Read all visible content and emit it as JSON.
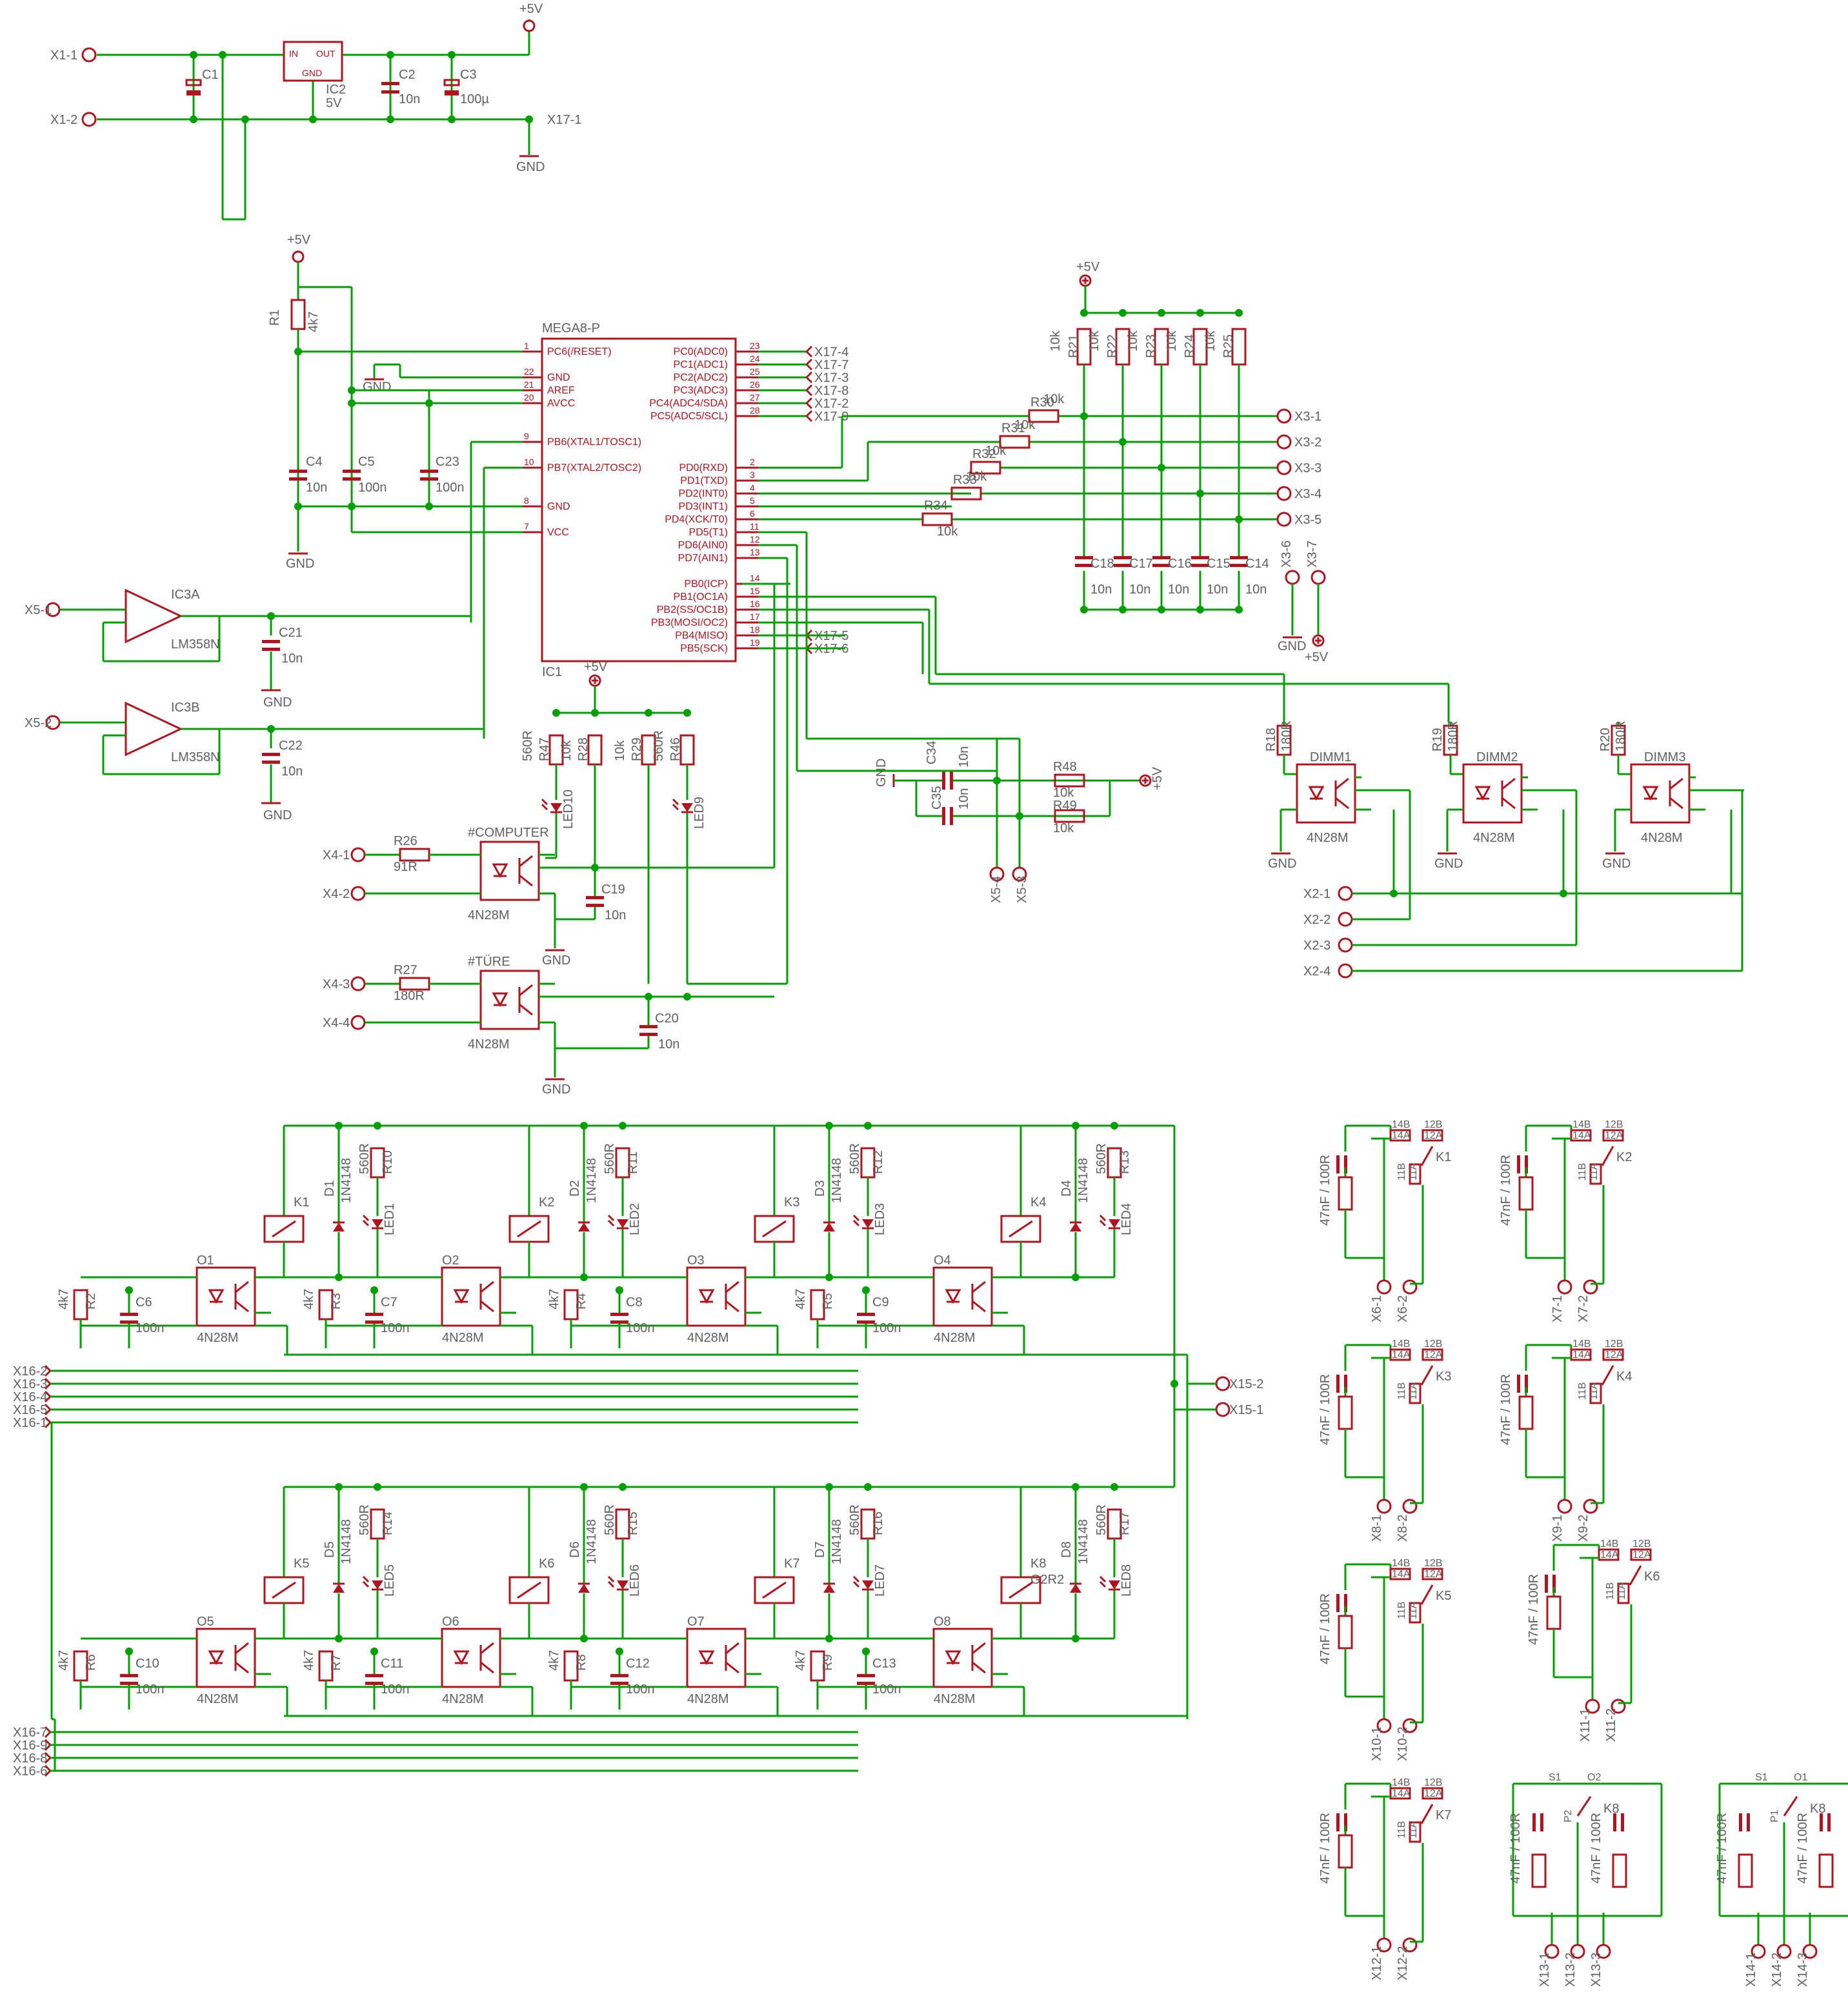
{
  "power": {
    "in_pins": [
      "X1-1",
      "X1-2"
    ],
    "vcc": "+5V",
    "gnd": "GND",
    "x17_1": "X17-1",
    "reg": {
      "name": "IC2",
      "value": "5V",
      "in": "IN",
      "out": "OUT",
      "gnd": "GND"
    },
    "caps": [
      {
        "name": "C1",
        "value": ""
      },
      {
        "name": "C2",
        "value": "10n"
      },
      {
        "name": "C3",
        "value": "100µ"
      }
    ]
  },
  "mcu": {
    "name": "MEGA8-P",
    "ref": "IC1",
    "left_pins": [
      {
        "num": "1",
        "label": "PC6(/RESET)"
      },
      {
        "num": "22",
        "label": "GND"
      },
      {
        "num": "21",
        "label": "AREF"
      },
      {
        "num": "20",
        "label": "AVCC"
      },
      {
        "num": "9",
        "label": "PB6(XTAL1/TOSC1)"
      },
      {
        "num": "10",
        "label": "PB7(XTAL2/TOSC2)"
      },
      {
        "num": "8",
        "label": "GND"
      },
      {
        "num": "7",
        "label": "VCC"
      }
    ],
    "right_pins": [
      {
        "num": "23",
        "label": "PC0(ADC0)",
        "net": "X17-4"
      },
      {
        "num": "24",
        "label": "PC1(ADC1)",
        "net": "X17-7"
      },
      {
        "num": "25",
        "label": "PC2(ADC2)",
        "net": "X17-3"
      },
      {
        "num": "26",
        "label": "PC3(ADC3)",
        "net": "X17-8"
      },
      {
        "num": "27",
        "label": "PC4(ADC4/SDA)",
        "net": "X17-2"
      },
      {
        "num": "28",
        "label": "PC5(ADC5/SCL)",
        "net": "X17-9"
      },
      {
        "num": "2",
        "label": "PD0(RXD)",
        "net": ""
      },
      {
        "num": "3",
        "label": "PD1(TXD)",
        "net": ""
      },
      {
        "num": "4",
        "label": "PD2(INT0)",
        "net": ""
      },
      {
        "num": "5",
        "label": "PD3(INT1)",
        "net": ""
      },
      {
        "num": "6",
        "label": "PD4(XCK/T0)",
        "net": ""
      },
      {
        "num": "11",
        "label": "PD5(T1)",
        "net": ""
      },
      {
        "num": "12",
        "label": "PD6(AIN0)",
        "net": ""
      },
      {
        "num": "13",
        "label": "PD7(AIN1)",
        "net": ""
      },
      {
        "num": "14",
        "label": "PB0(ICP)",
        "net": ""
      },
      {
        "num": "15",
        "label": "PB1(OC1A)",
        "net": ""
      },
      {
        "num": "16",
        "label": "PB2(SS/OC1B)",
        "net": ""
      },
      {
        "num": "17",
        "label": "PB3(MOSI/OC2)",
        "net": ""
      },
      {
        "num": "18",
        "label": "PB4(MISO)",
        "net": "X17-5"
      },
      {
        "num": "19",
        "label": "PB5(SCK)",
        "net": "X17-6"
      }
    ],
    "left_parts": [
      {
        "name": "R1",
        "value": "4k7"
      },
      {
        "name": "C4",
        "value": "10n"
      },
      {
        "name": "C5",
        "value": "100n"
      },
      {
        "name": "C23",
        "value": "100n"
      }
    ]
  },
  "opamps": [
    {
      "name": "IC3A",
      "value": "LM358N",
      "in": "X5-1",
      "cap": "C21",
      "cval": "10n"
    },
    {
      "name": "IC3B",
      "value": "LM358N",
      "in": "X5-2",
      "cap": "C22",
      "cval": "10n"
    }
  ],
  "pullups": {
    "res": [
      {
        "name": "R21",
        "value": "10k"
      },
      {
        "name": "R22",
        "value": "10k"
      },
      {
        "name": "R23",
        "value": "10k"
      },
      {
        "name": "R24",
        "value": "10k"
      },
      {
        "name": "R25",
        "value": "10k"
      }
    ],
    "caps": [
      {
        "name": "C18",
        "value": "10n"
      },
      {
        "name": "C17",
        "value": "10n"
      },
      {
        "name": "C16",
        "value": "10n"
      },
      {
        "name": "C15",
        "value": "10n"
      },
      {
        "name": "C14",
        "value": "10n"
      }
    ],
    "series": [
      {
        "name": "R30",
        "value": "10k"
      },
      {
        "name": "R31",
        "value": "10k"
      },
      {
        "name": "R32",
        "value": "10k"
      },
      {
        "name": "R33",
        "value": "10k"
      },
      {
        "name": "R34",
        "value": "10k"
      }
    ],
    "outs": [
      "X3-1",
      "X3-2",
      "X3-3",
      "X3-4",
      "X3-5"
    ],
    "extra": [
      "X3-6",
      "X3-7"
    ]
  },
  "leds_top": [
    {
      "rname": "R47",
      "rval": "560R",
      "lname": "LED10"
    },
    {
      "rname": "R28",
      "rval": "10k",
      "lname": ""
    },
    {
      "rname": "R29",
      "rval": "10k",
      "lname": ""
    },
    {
      "rname": "R46",
      "rval": "560R",
      "lname": "LED9"
    }
  ],
  "couplers": [
    {
      "title": "#COMPUTER",
      "ref": "4N28M",
      "rname": "R26",
      "rval": "91R",
      "pins": [
        "X4-1",
        "X4-2"
      ],
      "cap": "C19",
      "cval": "10n"
    },
    {
      "title": "#TÜRE",
      "ref": "4N28M",
      "rname": "R27",
      "rval": "180R",
      "pins": [
        "X4-3",
        "X4-4"
      ],
      "cap": "C20",
      "cval": "10n"
    }
  ],
  "rc": {
    "caps": [
      {
        "name": "C34",
        "value": "10n"
      },
      {
        "name": "C35",
        "value": "10n"
      }
    ],
    "res": [
      {
        "name": "R48",
        "value": "10k"
      },
      {
        "name": "R49",
        "value": "10k"
      }
    ],
    "outs": [
      "X5-4",
      "X5-3"
    ]
  },
  "dimmers": [
    {
      "name": "DIMM1",
      "ref": "4N28M",
      "rname": "R18",
      "rval": "180R"
    },
    {
      "name": "DIMM2",
      "ref": "4N28M",
      "rname": "R19",
      "rval": "180R"
    },
    {
      "name": "DIMM3",
      "ref": "4N28M",
      "rname": "R20",
      "rval": "180R"
    }
  ],
  "x2_pins": [
    "X2-1",
    "X2-2",
    "X2-3",
    "X2-4"
  ],
  "relay_rows": [
    [
      {
        "k": "K1",
        "d": "D1",
        "dval": "1N4148",
        "r": "R10",
        "rval": "560R",
        "led": "LED1",
        "o": "O1",
        "oref": "4N28M",
        "rb": "R2",
        "rbval": "4k7",
        "c": "C6",
        "cval": "100n"
      },
      {
        "k": "K2",
        "d": "D2",
        "dval": "1N4148",
        "r": "R11",
        "rval": "560R",
        "led": "LED2",
        "o": "O2",
        "oref": "4N28M",
        "rb": "R3",
        "rbval": "4k7",
        "c": "C7",
        "cval": "100n"
      },
      {
        "k": "K3",
        "d": "D3",
        "dval": "1N4148",
        "r": "R12",
        "rval": "560R",
        "led": "LED3",
        "o": "O3",
        "oref": "4N28M",
        "rb": "R4",
        "rbval": "4k7",
        "c": "C8",
        "cval": "100n"
      },
      {
        "k": "K4",
        "d": "D4",
        "dval": "1N4148",
        "r": "R13",
        "rval": "560R",
        "led": "LED4",
        "o": "O4",
        "oref": "4N28M",
        "rb": "R5",
        "rbval": "4k7",
        "c": "C9",
        "cval": "100n"
      }
    ],
    [
      {
        "k": "K5",
        "d": "D5",
        "dval": "1N4148",
        "r": "R14",
        "rval": "560R",
        "led": "LED5",
        "o": "O5",
        "oref": "4N28M",
        "rb": "R6",
        "rbval": "4k7",
        "c": "C10",
        "cval": "100n"
      },
      {
        "k": "K6",
        "d": "D6",
        "dval": "1N4148",
        "r": "R15",
        "rval": "560R",
        "led": "LED6",
        "o": "O6",
        "oref": "4N28M",
        "rb": "R7",
        "rbval": "4k7",
        "c": "C11",
        "cval": "100n"
      },
      {
        "k": "K7",
        "d": "D7",
        "dval": "1N4148",
        "r": "R16",
        "rval": "560R",
        "led": "LED7",
        "o": "O7",
        "oref": "4N28M",
        "rb": "R8",
        "rbval": "4k7",
        "c": "C12",
        "cval": "100n"
      },
      {
        "k": "K8",
        "d": "D8",
        "dval": "1N4148",
        "r": "R17",
        "rval": "560R",
        "led": "LED8",
        "o": "O8",
        "oref": "4N28M",
        "rb": "R9",
        "rbval": "4k7",
        "c": "C13",
        "cval": "100n",
        "extra": "G2R2"
      }
    ]
  ],
  "x16_top": [
    "X16-2",
    "X16-3",
    "X16-4",
    "X16-5",
    "X16-1"
  ],
  "x16_bot": [
    "X16-7",
    "X16-9",
    "X16-8",
    "X16-6"
  ],
  "x15": [
    "X15-2",
    "X15-1"
  ],
  "snubbers": [
    {
      "k": "K1",
      "pins": [
        "X6-1",
        "X6-2"
      ],
      "val": "47nF / 100R",
      "a": "14B",
      "b": "14A",
      "c": "12B",
      "d": "12A",
      "e": "11B",
      "f": "11A"
    },
    {
      "k": "K2",
      "pins": [
        "X7-1",
        "X7-2"
      ],
      "val": "47nF / 100R",
      "a": "14B",
      "b": "14A",
      "c": "12B",
      "d": "12A",
      "e": "11B",
      "f": "11A"
    },
    {
      "k": "K3",
      "pins": [
        "X8-1",
        "X8-2"
      ],
      "val": "47nF / 100R",
      "a": "14B",
      "b": "14A",
      "c": "12B",
      "d": "12A",
      "e": "11B",
      "f": "11A"
    },
    {
      "k": "K4",
      "pins": [
        "X9-1",
        "X9-2"
      ],
      "val": "47nF / 100R",
      "a": "14B",
      "b": "14A",
      "c": "12B",
      "d": "12A",
      "e": "11B",
      "f": "11A"
    },
    {
      "k": "K5",
      "pins": [
        "X10-1",
        "X10-2"
      ],
      "val": "47nF / 100R",
      "a": "14B",
      "b": "14A",
      "c": "12B",
      "d": "12A",
      "e": "11B",
      "f": "11A"
    },
    {
      "k": "K6",
      "pins": [
        "X11-1",
        "X11-2"
      ],
      "val": "47nF / 100R",
      "a": "14B",
      "b": "14A",
      "c": "12B",
      "d": "12A",
      "e": "11B",
      "f": "11A"
    },
    {
      "k": "K7",
      "pins": [
        "X12-1",
        "X12-2"
      ],
      "val": "47nF / 100R",
      "a": "14B",
      "b": "14A",
      "c": "12B",
      "d": "12A",
      "e": "11B",
      "f": "11A"
    }
  ],
  "dual_snubbers": [
    {
      "k": "K8",
      "pins": [
        "X13-1",
        "X13-2",
        "X13-3"
      ],
      "val": "47nF / 100R",
      "s": "S1",
      "o": "O2",
      "p": "P2"
    },
    {
      "k": "K8",
      "pins": [
        "X14-1",
        "X14-2",
        "X14-3"
      ],
      "val": "47nF / 100R",
      "s": "S1",
      "o": "O1",
      "p": "P1"
    }
  ]
}
